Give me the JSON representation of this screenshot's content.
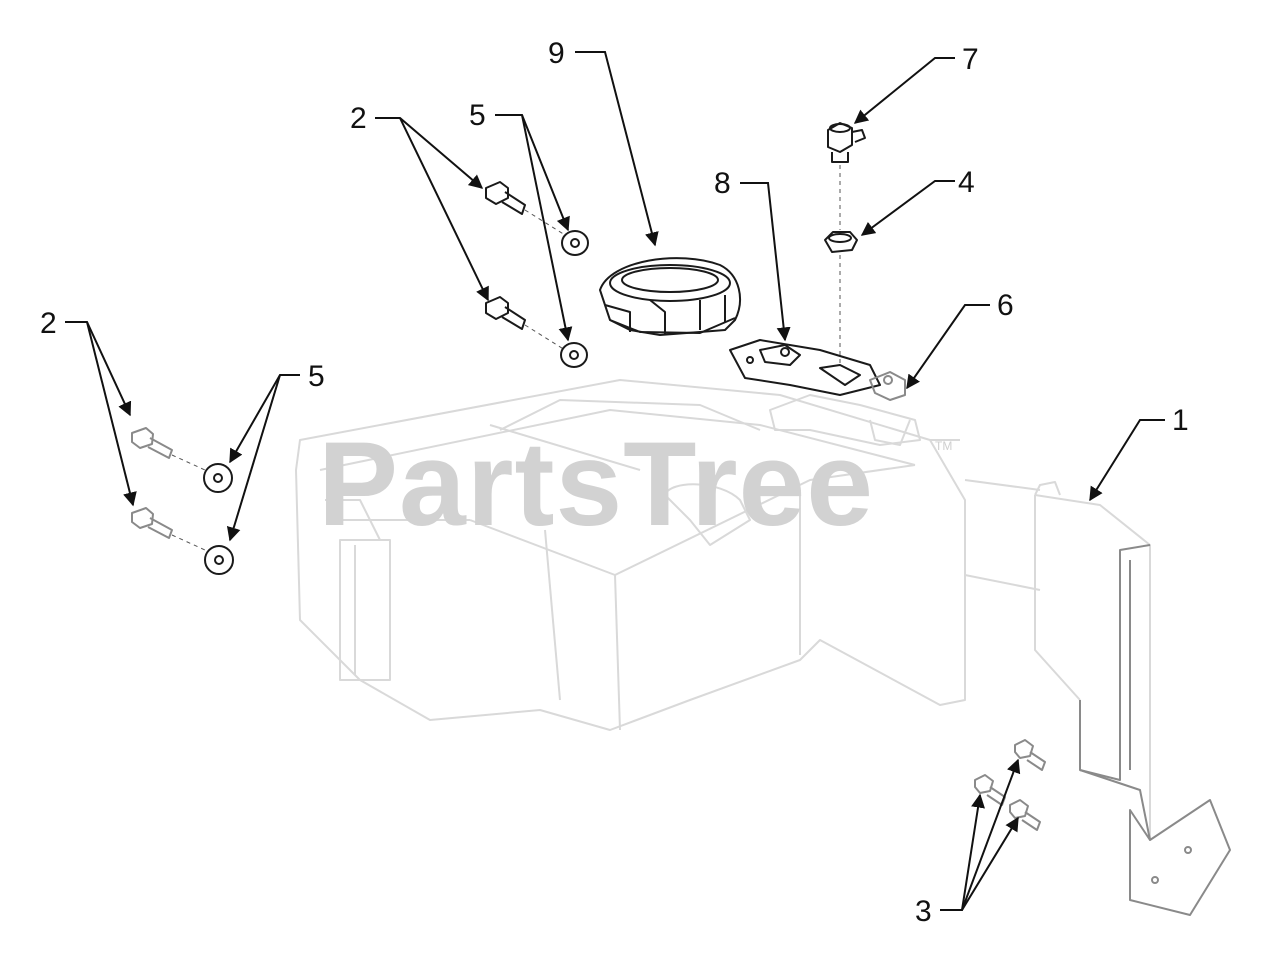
{
  "diagram": {
    "watermark": "PartsTree",
    "trademark": "TM",
    "callouts": {
      "c1": "1",
      "c2a": "2",
      "c2b": "2",
      "c3": "3",
      "c4": "4",
      "c5a": "5",
      "c5b": "5",
      "c6": "6",
      "c7": "7",
      "c8": "8",
      "c9": "9"
    }
  }
}
